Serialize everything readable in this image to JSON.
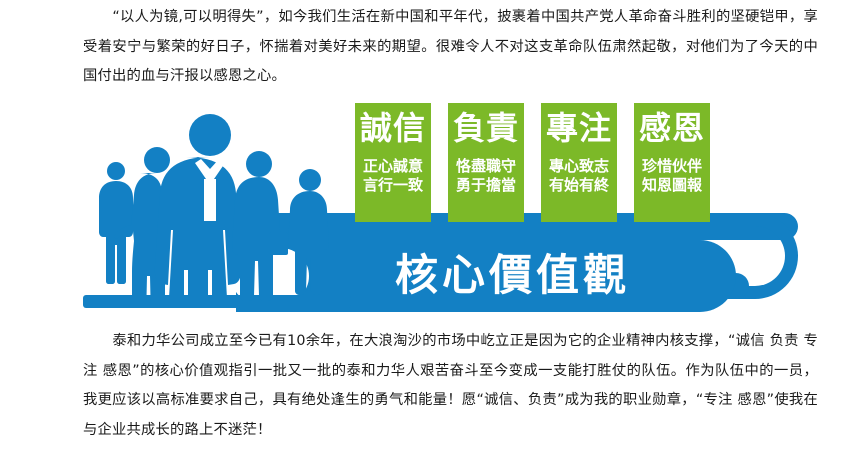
{
  "document": {
    "paragraph_top": "“以人为镜,可以明得失”，如今我们生活在新中国和平年代，披裹着中国共产党人革命奋斗胜利的坚硬铠甲，享受着安宁与繁荣的好日子，怀揣着对美好未来的期望。很难令人不对这支革命队伍肃然起敬，对他们为了今天的中国付出的血与汗报以感恩之心。",
    "paragraph_bottom": "泰和力华公司成立至今已有10余年，在大浪淘沙的市场中屹立正是因为它的企业精神内核支撑，“诚信 负责 专注 感恩”的核心价值观指引一批又一批的泰和力华人艰苦奋斗至今变成一支能打胜仗的队伍。作为队伍中的一员，我更应该以高标准要求自己，具有绝处逢生的勇气和能量！愿“诚信、负责”成为我的职业勋章，“专注 感恩”使我在与企业共成长的路上不迷茫！"
  },
  "infographic": {
    "banner_title": "核心價值觀",
    "cards": [
      {
        "title": "誠信",
        "line1": "正心誠意",
        "line2": "言行一致"
      },
      {
        "title": "負責",
        "line1": "恪盡職守",
        "line2": "勇于擔當"
      },
      {
        "title": "專注",
        "line1": "專心致志",
        "line2": "有始有終"
      },
      {
        "title": "感恩",
        "line1": "珍惜伙伴",
        "line2": "知恩圖報"
      }
    ],
    "colors": {
      "green": "#7cb928",
      "blue": "#1380c4",
      "text_white": "#ffffff"
    },
    "people_silhouette_count": 5
  }
}
